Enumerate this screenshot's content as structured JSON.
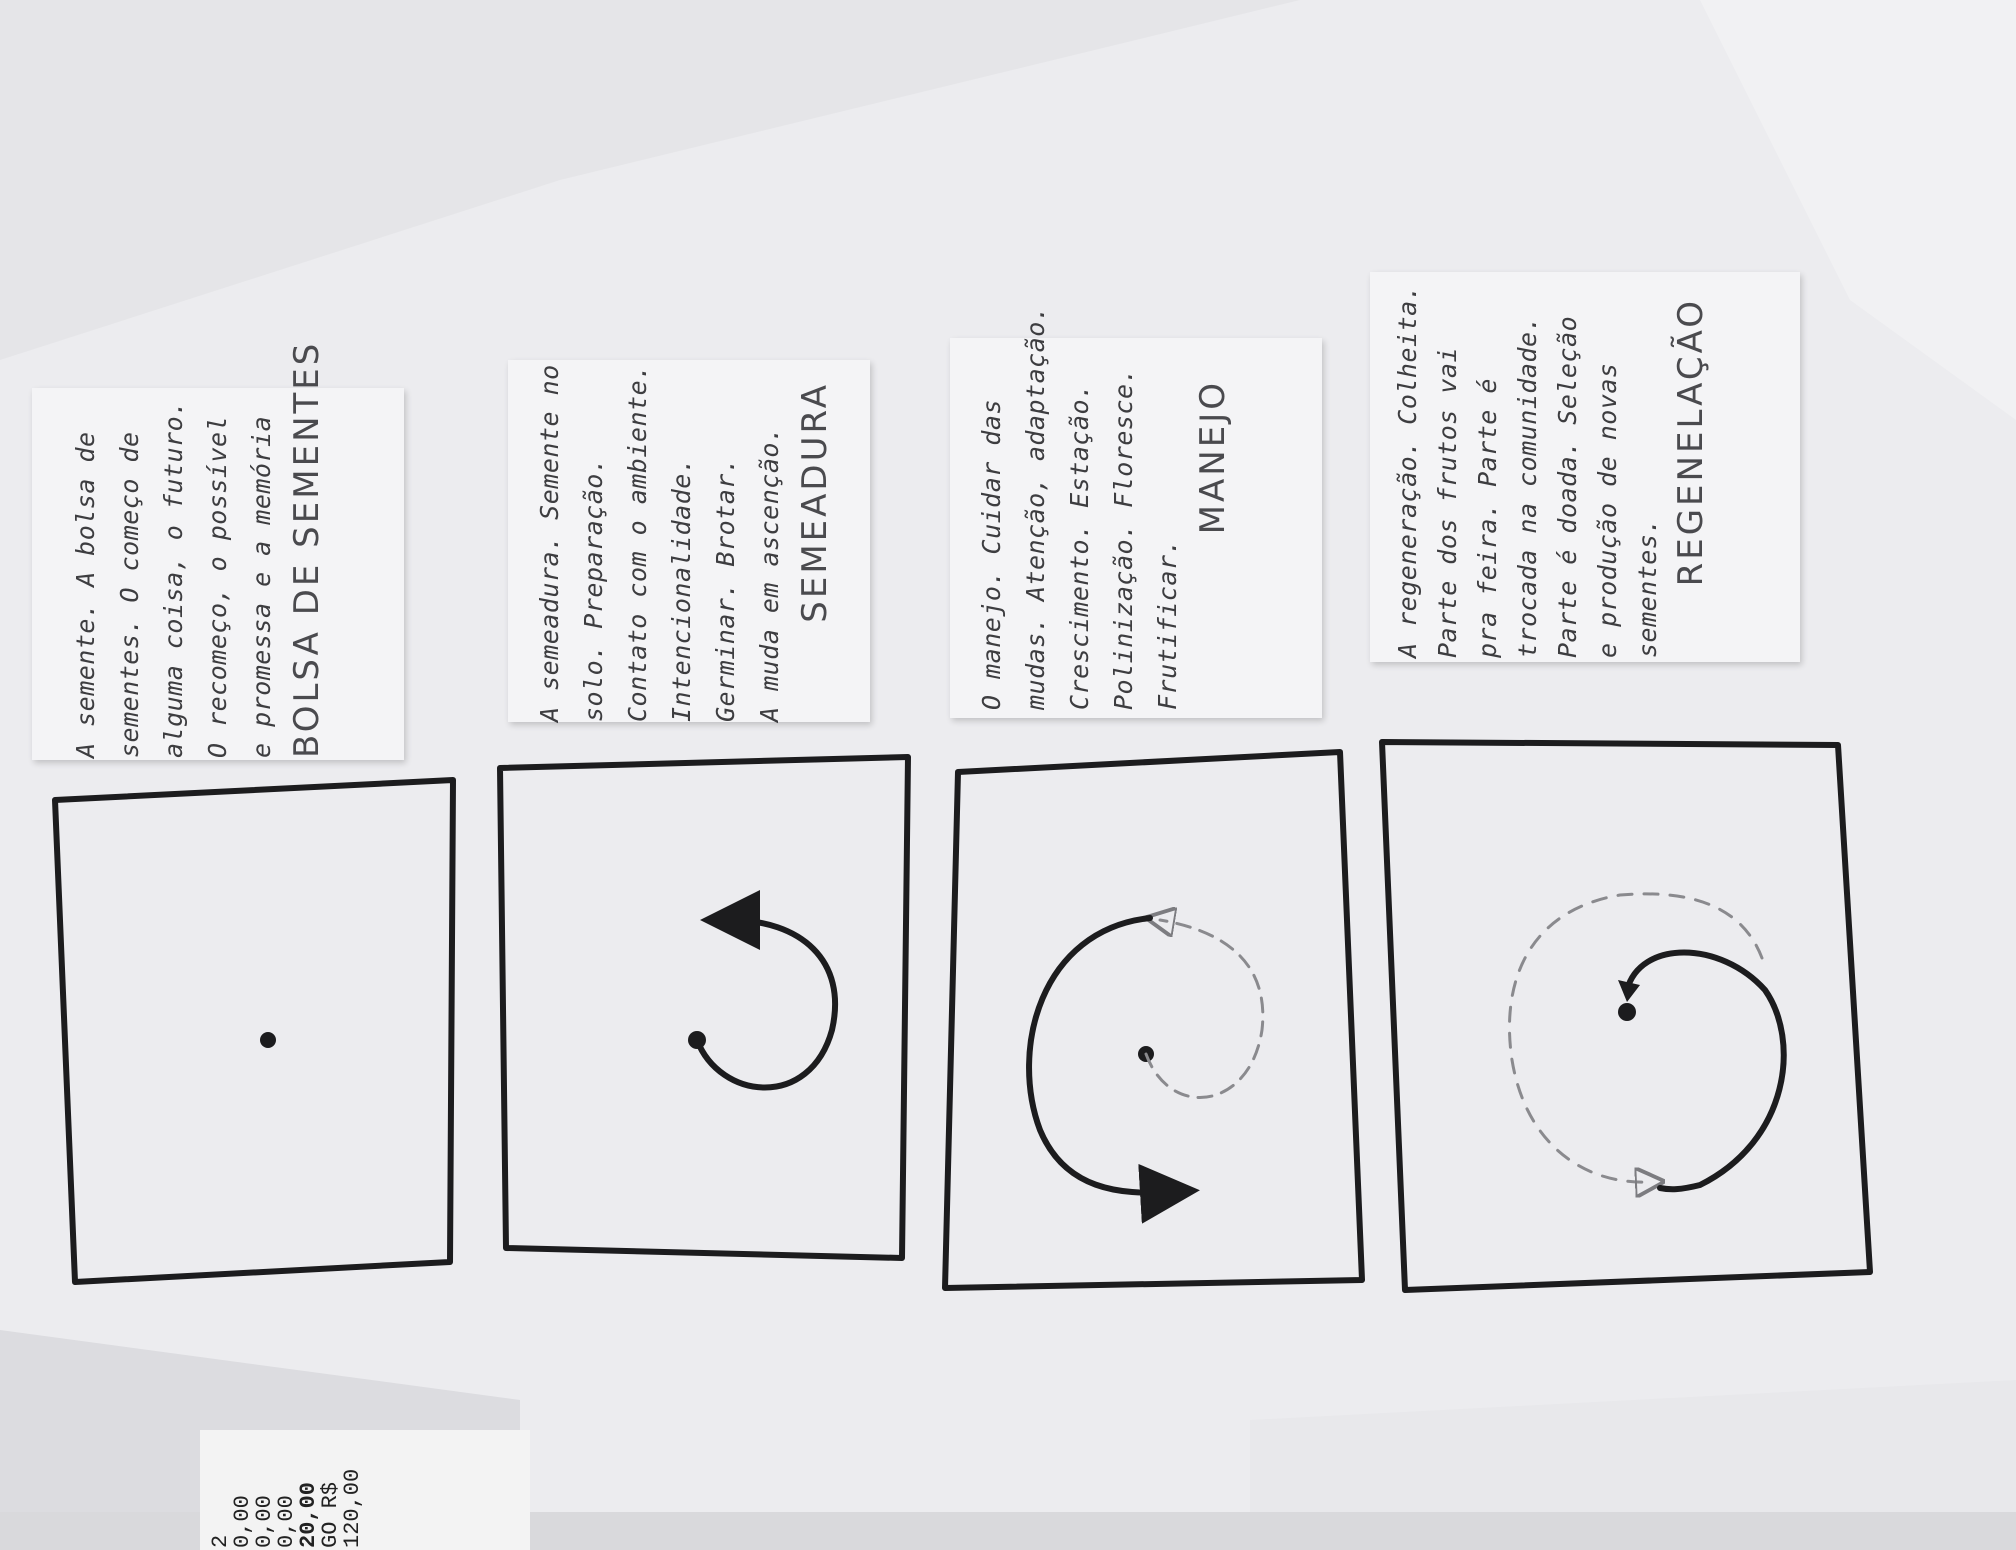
{
  "notes": [
    {
      "lines": [
        "A semente. A bolsa de",
        "sementes. O começo de",
        "alguma coisa, o futuro.",
        "O recomeço, o possível",
        "e promessa e a memória"
      ],
      "title": "BOLSA DE SEMENTES"
    },
    {
      "lines": [
        "A semeadura. Semente no",
        "solo. Preparação.",
        "Contato com o ambiente.",
        "Intencionalidade.",
        "Germinar. Brotar.",
        "A muda em ascenção."
      ],
      "title": "SEMEADURA"
    },
    {
      "lines": [
        "O manejo. Cuidar das",
        "mudas. Atenção, adaptação.",
        "Crescimento. Estação.",
        "Polinização. Floresce.",
        "Frutificar."
      ],
      "title": "MANEJO"
    },
    {
      "lines": [
        "A regeneração. Colheita.",
        "Parte dos frutos vai",
        "pra feira. Parte é",
        "trocada na comunidade.",
        "Parte é doada. Seleção",
        "e produção de novas",
        "sementes."
      ],
      "title": "REGENELAÇÃO"
    }
  ],
  "receipt": {
    "lines": [
      "2",
      "0,00",
      "0,00",
      "0,00",
      "20,00",
      "GO R$",
      "120,00"
    ]
  }
}
